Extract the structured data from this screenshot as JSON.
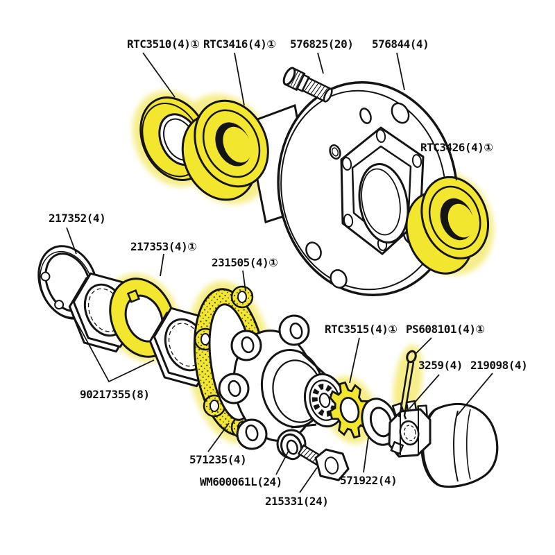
{
  "figure": {
    "type": "exploded-parts-diagram",
    "subject": "wheel hub and bearing assembly",
    "background": "#ffffff",
    "colors": {
      "line": "#141414",
      "highlight": "#f3e62e",
      "highlight_halo": "#f6ee8a",
      "text": "#111111"
    }
  },
  "parts": {
    "rtc3510": {
      "label": "RTC3510(4)①",
      "highlighted": true
    },
    "rtc3416": {
      "label": "RTC3416(4)①",
      "highlighted": true
    },
    "p576825": {
      "label": "576825(20)",
      "highlighted": false
    },
    "p576844": {
      "label": "576844(4)",
      "highlighted": false
    },
    "rtc3426": {
      "label": "RTC3426(4)①",
      "highlighted": true
    },
    "p217352": {
      "label": "217352(4)",
      "highlighted": false
    },
    "p217353": {
      "label": "217353(4)①",
      "highlighted": true
    },
    "p231505": {
      "label": "231505(4)①",
      "highlighted": true
    },
    "p90217355": {
      "label": "90217355(8)",
      "highlighted": false
    },
    "rtc3515": {
      "label": "RTC3515(4)①",
      "highlighted": true
    },
    "ps608101": {
      "label": "PS608101(4)①",
      "highlighted": true
    },
    "p3259": {
      "label": "3259(4)",
      "highlighted": false
    },
    "p219098": {
      "label": "219098(4)",
      "highlighted": false
    },
    "p571235": {
      "label": "571235(4)",
      "highlighted": false
    },
    "wm600061l": {
      "label": "WM600061L(24)",
      "highlighted": false
    },
    "p215331": {
      "label": "215331(24)",
      "highlighted": false
    },
    "p571922": {
      "label": "571922(4)",
      "highlighted": false
    }
  }
}
